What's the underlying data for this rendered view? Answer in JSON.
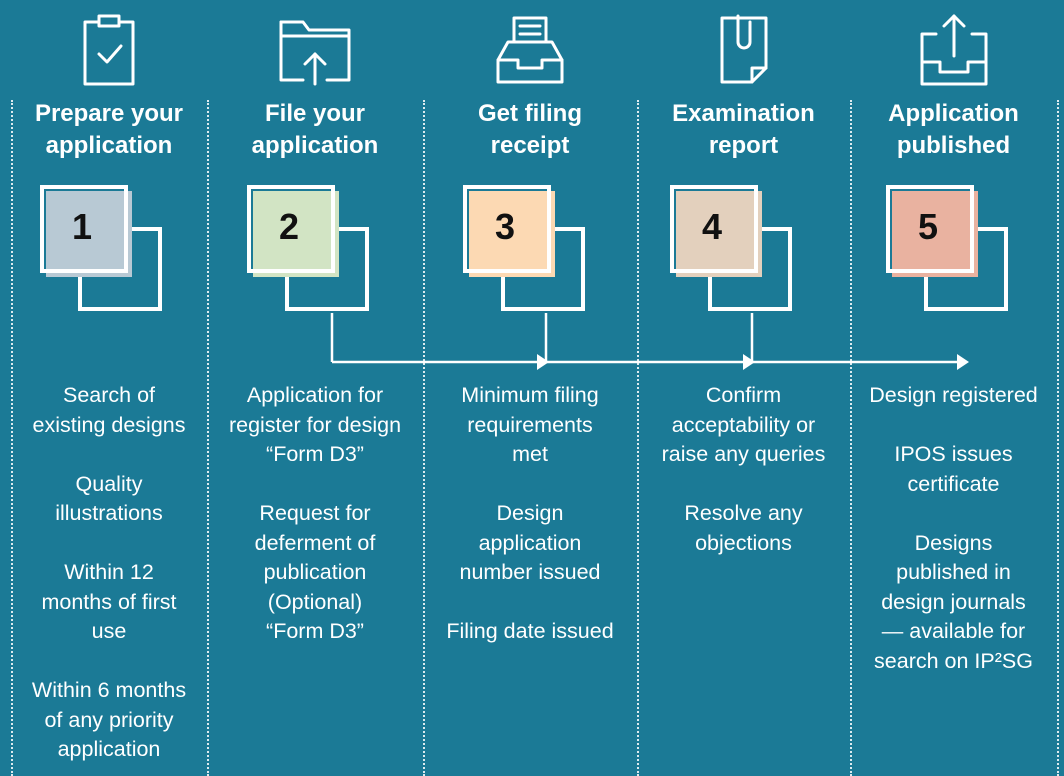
{
  "steps": [
    {
      "number": "1",
      "title": "Prepare your\napplication",
      "icon": "clipboard-check-icon",
      "fill_color": "#b8c9d4",
      "descriptions": [
        "Search of\nexisting designs",
        "Quality\nillustrations",
        "Within 12\nmonths of first\nuse",
        "Within 6 months\nof any priority\napplication"
      ]
    },
    {
      "number": "2",
      "title": "File your\napplication",
      "icon": "folder-upload-icon",
      "fill_color": "#d2e4c4",
      "descriptions": [
        "Application for\nregister for design\n“Form D3”",
        "Request for\ndeferment of\npublication\n(Optional)\n“Form D3”"
      ]
    },
    {
      "number": "3",
      "title": "Get filing\nreceipt",
      "icon": "inbox-tray-icon",
      "fill_color": "#fcd9b3",
      "descriptions": [
        "Minimum filing\nrequirements\nmet",
        "Design\napplication\nnumber issued",
        "Filing date issued"
      ]
    },
    {
      "number": "4",
      "title": "Examination\nreport",
      "icon": "document-paperclip-icon",
      "fill_color": "#e3d0bd",
      "descriptions": [
        "Confirm\nacceptability or\nraise any queries",
        "Resolve any\nobjections"
      ]
    },
    {
      "number": "5",
      "title": "Application\npublished",
      "icon": "tray-upload-icon",
      "fill_color": "#e9b2a0",
      "descriptions": [
        "Design registered",
        "IPOS issues\ncertificate",
        "Designs\npublished in\ndesign journals\n— available for\nsearch on IP²SG"
      ]
    }
  ]
}
